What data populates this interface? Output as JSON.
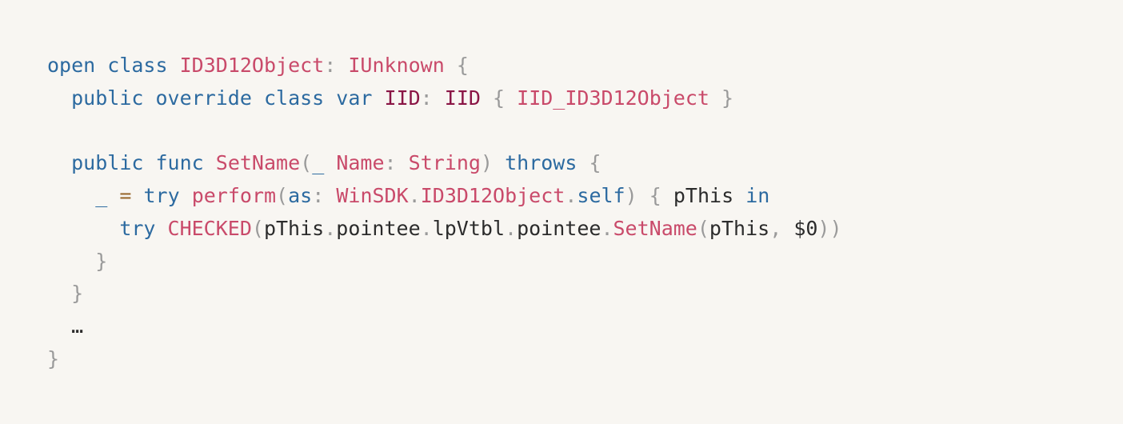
{
  "code": {
    "lines": [
      [
        {
          "t": "open",
          "c": "kw"
        },
        {
          "t": " ",
          "c": "plain"
        },
        {
          "t": "class",
          "c": "kw"
        },
        {
          "t": " ",
          "c": "plain"
        },
        {
          "t": "ID3D12Object",
          "c": "type"
        },
        {
          "t": ":",
          "c": "punct"
        },
        {
          "t": " ",
          "c": "plain"
        },
        {
          "t": "IUnknown",
          "c": "type"
        },
        {
          "t": " ",
          "c": "plain"
        },
        {
          "t": "{",
          "c": "punct"
        }
      ],
      [
        {
          "t": "  ",
          "c": "plain"
        },
        {
          "t": "public",
          "c": "kw"
        },
        {
          "t": " ",
          "c": "plain"
        },
        {
          "t": "override",
          "c": "kw"
        },
        {
          "t": " ",
          "c": "plain"
        },
        {
          "t": "class",
          "c": "kw"
        },
        {
          "t": " ",
          "c": "plain"
        },
        {
          "t": "var",
          "c": "kw"
        },
        {
          "t": " ",
          "c": "plain"
        },
        {
          "t": "IID",
          "c": "dark"
        },
        {
          "t": ":",
          "c": "punct"
        },
        {
          "t": " ",
          "c": "plain"
        },
        {
          "t": "IID",
          "c": "dark"
        },
        {
          "t": " ",
          "c": "plain"
        },
        {
          "t": "{",
          "c": "punct"
        },
        {
          "t": " ",
          "c": "plain"
        },
        {
          "t": "IID_ID3D12Object",
          "c": "ident"
        },
        {
          "t": " ",
          "c": "plain"
        },
        {
          "t": "}",
          "c": "punct"
        }
      ],
      [],
      [
        {
          "t": "  ",
          "c": "plain"
        },
        {
          "t": "public",
          "c": "kw"
        },
        {
          "t": " ",
          "c": "plain"
        },
        {
          "t": "func",
          "c": "kw"
        },
        {
          "t": " ",
          "c": "plain"
        },
        {
          "t": "SetName",
          "c": "call"
        },
        {
          "t": "(",
          "c": "punct"
        },
        {
          "t": "_",
          "c": "kw"
        },
        {
          "t": " ",
          "c": "plain"
        },
        {
          "t": "Name",
          "c": "ident"
        },
        {
          "t": ":",
          "c": "punct"
        },
        {
          "t": " ",
          "c": "plain"
        },
        {
          "t": "String",
          "c": "type"
        },
        {
          "t": ")",
          "c": "punct"
        },
        {
          "t": " ",
          "c": "plain"
        },
        {
          "t": "throws",
          "c": "kw"
        },
        {
          "t": " ",
          "c": "plain"
        },
        {
          "t": "{",
          "c": "punct"
        }
      ],
      [
        {
          "t": "    ",
          "c": "plain"
        },
        {
          "t": "_",
          "c": "kw"
        },
        {
          "t": " ",
          "c": "plain"
        },
        {
          "t": "=",
          "c": "op"
        },
        {
          "t": " ",
          "c": "plain"
        },
        {
          "t": "try",
          "c": "kw"
        },
        {
          "t": " ",
          "c": "plain"
        },
        {
          "t": "perform",
          "c": "call"
        },
        {
          "t": "(",
          "c": "punct"
        },
        {
          "t": "as",
          "c": "kw"
        },
        {
          "t": ":",
          "c": "punct"
        },
        {
          "t": " ",
          "c": "plain"
        },
        {
          "t": "WinSDK",
          "c": "type"
        },
        {
          "t": ".",
          "c": "punct"
        },
        {
          "t": "ID3D12Object",
          "c": "type"
        },
        {
          "t": ".",
          "c": "punct"
        },
        {
          "t": "self",
          "c": "kw"
        },
        {
          "t": ")",
          "c": "punct"
        },
        {
          "t": " ",
          "c": "plain"
        },
        {
          "t": "{",
          "c": "punct"
        },
        {
          "t": " ",
          "c": "plain"
        },
        {
          "t": "pThis",
          "c": "plain"
        },
        {
          "t": " ",
          "c": "plain"
        },
        {
          "t": "in",
          "c": "kw"
        }
      ],
      [
        {
          "t": "      ",
          "c": "plain"
        },
        {
          "t": "try",
          "c": "kw"
        },
        {
          "t": " ",
          "c": "plain"
        },
        {
          "t": "CHECKED",
          "c": "call"
        },
        {
          "t": "(",
          "c": "punct"
        },
        {
          "t": "pThis",
          "c": "plain"
        },
        {
          "t": ".",
          "c": "punct"
        },
        {
          "t": "pointee",
          "c": "prop"
        },
        {
          "t": ".",
          "c": "punct"
        },
        {
          "t": "lpVtbl",
          "c": "prop"
        },
        {
          "t": ".",
          "c": "punct"
        },
        {
          "t": "pointee",
          "c": "prop"
        },
        {
          "t": ".",
          "c": "punct"
        },
        {
          "t": "SetName",
          "c": "call"
        },
        {
          "t": "(",
          "c": "punct"
        },
        {
          "t": "pThis",
          "c": "plain"
        },
        {
          "t": ",",
          "c": "punct"
        },
        {
          "t": " ",
          "c": "plain"
        },
        {
          "t": "$0",
          "c": "plain"
        },
        {
          "t": "))",
          "c": "punct"
        }
      ],
      [
        {
          "t": "    ",
          "c": "plain"
        },
        {
          "t": "}",
          "c": "punct"
        }
      ],
      [
        {
          "t": "  ",
          "c": "plain"
        },
        {
          "t": "}",
          "c": "punct"
        }
      ],
      [
        {
          "t": "  ",
          "c": "plain"
        },
        {
          "t": "…",
          "c": "plain"
        }
      ],
      [
        {
          "t": "}",
          "c": "punct"
        }
      ]
    ]
  }
}
